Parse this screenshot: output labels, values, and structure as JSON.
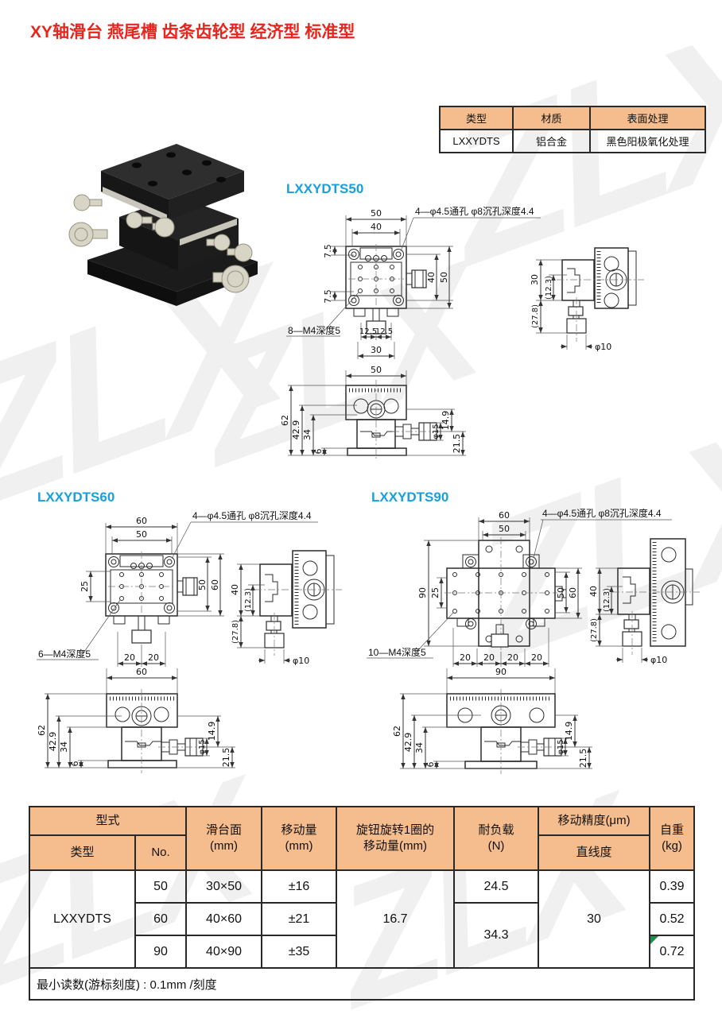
{
  "title": "XY轴滑台 燕尾槽 齿条齿轮型 经济型 标准型",
  "watermark": "ZLX",
  "info_table": {
    "headers": [
      "类型",
      "材质",
      "表面处理"
    ],
    "values": [
      "LXXYDTS",
      "铝合金",
      "黑色阳极氧化处理"
    ]
  },
  "sections": [
    {
      "heading": "LXXYDTS50",
      "top": {
        "outer": "50",
        "inner": "40",
        "left_a": "7.5",
        "left_b": "7.5",
        "right_a": "40",
        "right_b": "50",
        "chain_a": "12.5",
        "chain_b": "12.5",
        "chain_total": "30",
        "hole_note": "4—φ4.5通孔 φ8沉孔深度4.4",
        "thread_note": "8—M4深度5"
      },
      "side": {
        "h": "30",
        "inner": "(12.3)",
        "lower": "(27.8)",
        "knob": "φ10"
      },
      "front": {
        "w": "50",
        "total": "62",
        "a": "42.9",
        "b": "34",
        "c": "6",
        "r1": "14.9",
        "knob": "φ15",
        "r2": "21.5"
      }
    },
    {
      "heading": "LXXYDTS60",
      "top": {
        "outer": "60",
        "inner": "50",
        "left_a": "25",
        "right_a": "50",
        "right_b": "60",
        "chain_a": "20",
        "chain_b": "20",
        "hole_note": "4—φ4.5通孔 φ8沉孔深度4.4",
        "thread_note": "6—M4深度5"
      },
      "side": {
        "h": "40",
        "inner": "(12.3)",
        "lower": "(27.8)",
        "knob": "φ10"
      },
      "front": {
        "w": "60",
        "total": "62",
        "a": "42.9",
        "b": "34",
        "c": "6",
        "r1": "14.9",
        "knob": "φ15",
        "r2": "21.5"
      }
    },
    {
      "heading": "LXXYDTS90",
      "top": {
        "outer": "60",
        "inner": "50",
        "left_o": "90",
        "left_a": "25",
        "right_a": "50",
        "right_b": "60",
        "chain_a": "20",
        "chain_b": "20",
        "chain_c": "20",
        "chain_d": "20",
        "hole_note": "4—φ4.5通孔 φ8沉孔深度4.4",
        "thread_note": "10—M4深度5"
      },
      "side": {
        "h": "40",
        "inner": "(12.3)",
        "lower": "(27.8)",
        "knob": "φ10"
      },
      "front": {
        "w": "90",
        "total": "62",
        "a": "42.9",
        "b": "34",
        "c": "6",
        "r1": "14.9",
        "knob": "φ15",
        "r2": "21.5"
      }
    }
  ],
  "spec_table": {
    "h_model_group": "型式",
    "h_type": "类型",
    "h_no": "No.",
    "h_surface_1": "滑台面",
    "h_surface_2": "(mm)",
    "h_travel_1": "移动量",
    "h_travel_2": "(mm)",
    "h_knob_1": "旋钮旋转1圈的",
    "h_knob_2": "移动量(mm)",
    "h_load_1": "耐负载",
    "h_load_2": "(N)",
    "h_precision": "移动精度(μm)",
    "h_straightness": "直线度",
    "h_weight_1": "自重",
    "h_weight_2": "(kg)",
    "type_value": "LXXYDTS",
    "rows": [
      {
        "no": "50",
        "surface": "30×50",
        "travel": "±16",
        "weight": "0.39"
      },
      {
        "no": "60",
        "surface": "40×60",
        "travel": "±21",
        "weight": "0.52"
      },
      {
        "no": "90",
        "surface": "40×90",
        "travel": "±35",
        "weight": "0.72"
      }
    ],
    "knob_travel": "16.7",
    "load_50": "24.5",
    "load_60_90": "34.3",
    "straightness_value": "30",
    "footnote": "最小读数(游标刻度) : 0.1mm  /刻度"
  },
  "colors": {
    "accent_red": "#e8251c",
    "accent_blue": "#18a0dc",
    "table_header_bg": "#f5bd8d",
    "mark_green": "#1f8a4c"
  }
}
